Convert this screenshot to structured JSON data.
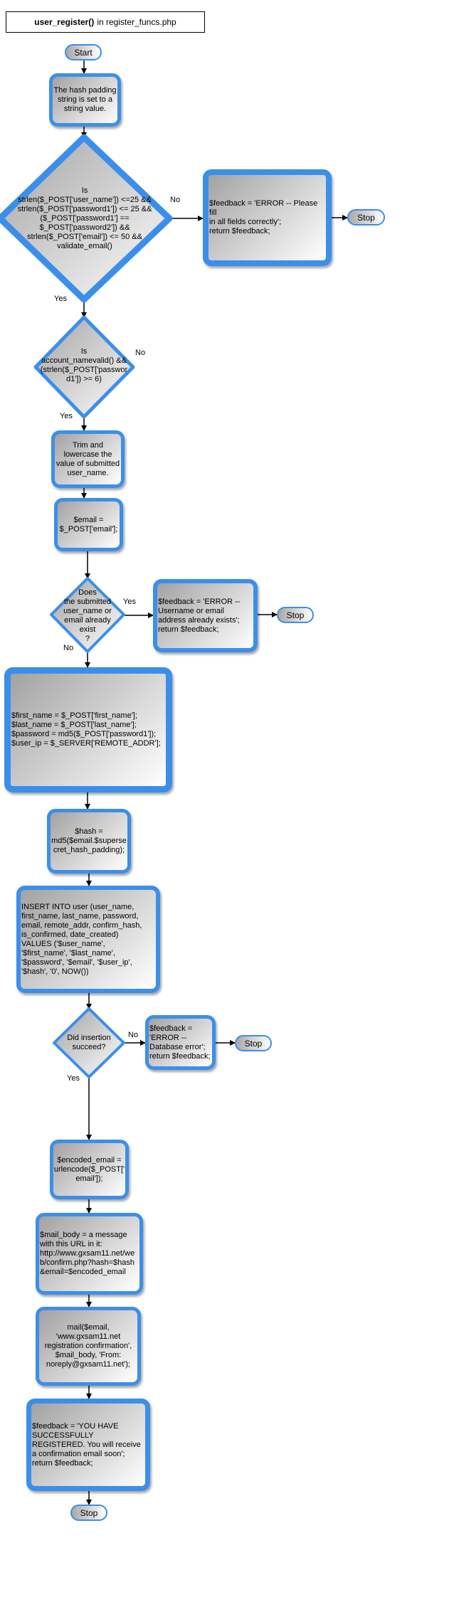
{
  "title": {
    "func": "user_register()",
    "file": "in register_funcs.php"
  },
  "nodes": {
    "start": "Start",
    "hash_padding": "The hash padding\nstring is set to a\nstring value.",
    "validate": "Is\nstrlen($_POST['user_name']) <=25 &&\nstrlen($_POST['password1']) <= 25 &&\n($_POST['password1'] ==\n$_POST['password2']) &&\nstrlen($_POST['email']) <= 50 &&\nvalidate_email()",
    "err_fields": "$feedback = 'ERROR -- Please fill\nin all fields correctly';\nreturn $feedback;",
    "stop1": "Stop",
    "namevalid": "Is\naccount_namevalid() &&\n(strlen($_POST['passwor\nd1']) >= 6)",
    "trim": "Trim and\nlowercase the\nvalue of submitted\nuser_name.",
    "email": "$email =\n$_POST['email'];",
    "exists": "Does\nthe submitted\nuser_name or\nemail already\nexist\n?",
    "err_exists": "$feedback = 'ERROR --\nUsername or email\naddress already exists';\nreturn $feedback;",
    "stop2": "Stop",
    "assign": "$first_name = $_POST['first_name'];\n$last_name = $_POST['last_name'];\n$password = md5($_POST['password1']);\n$user_ip = $_SERVER['REMOTE_ADDR'];",
    "hash": "$hash =\nmd5($email.$superse\ncret_hash_padding);",
    "insert": "INSERT INTO user (user_name,\nfirst_name,  last_name, password,\nemail, remote_addr, confirm_hash,\nis_confirmed, date_created)\nVALUES ('$user_name',\n'$first_name', '$last_name',\n'$password', '$email', '$user_ip',\n'$hash', '0', NOW())",
    "insert_ok": "Did insertion\nsucceed?",
    "err_db": "$feedback =\n'ERROR --\nDatabase error';\nreturn $feedback;",
    "stop3": "Stop",
    "encoded": "$encoded_email =\nurlencode($_POST['\nemail']);",
    "mail_body": "$mail_body = a message\nwith this URL in it:\nhttp://www.gxsam11.net/we\nb/confirm.php?hash=$hash\n&email=$encoded_email",
    "mail": "mail($email,\n'www.gxsam11.net\nregistration confirmation',\n$mail_body, 'From:\nnoreply@gxsam11.net');",
    "success": "$feedback = 'YOU HAVE\nSUCCESSFULLY\nREGISTERED. You will receive\na confirmation email soon';\nreturn $feedback;",
    "stop4": "Stop"
  },
  "edges": {
    "no1": "No",
    "yes1": "Yes",
    "no2": "No",
    "yes2": "Yes",
    "yes3": "Yes",
    "no3": "No",
    "no4": "No",
    "yes4": "Yes"
  },
  "colors": {
    "border": "#3b8fea",
    "gradient_dark": "#a2a2a2",
    "gradient_light": "#ffffff",
    "line": "#000000"
  }
}
